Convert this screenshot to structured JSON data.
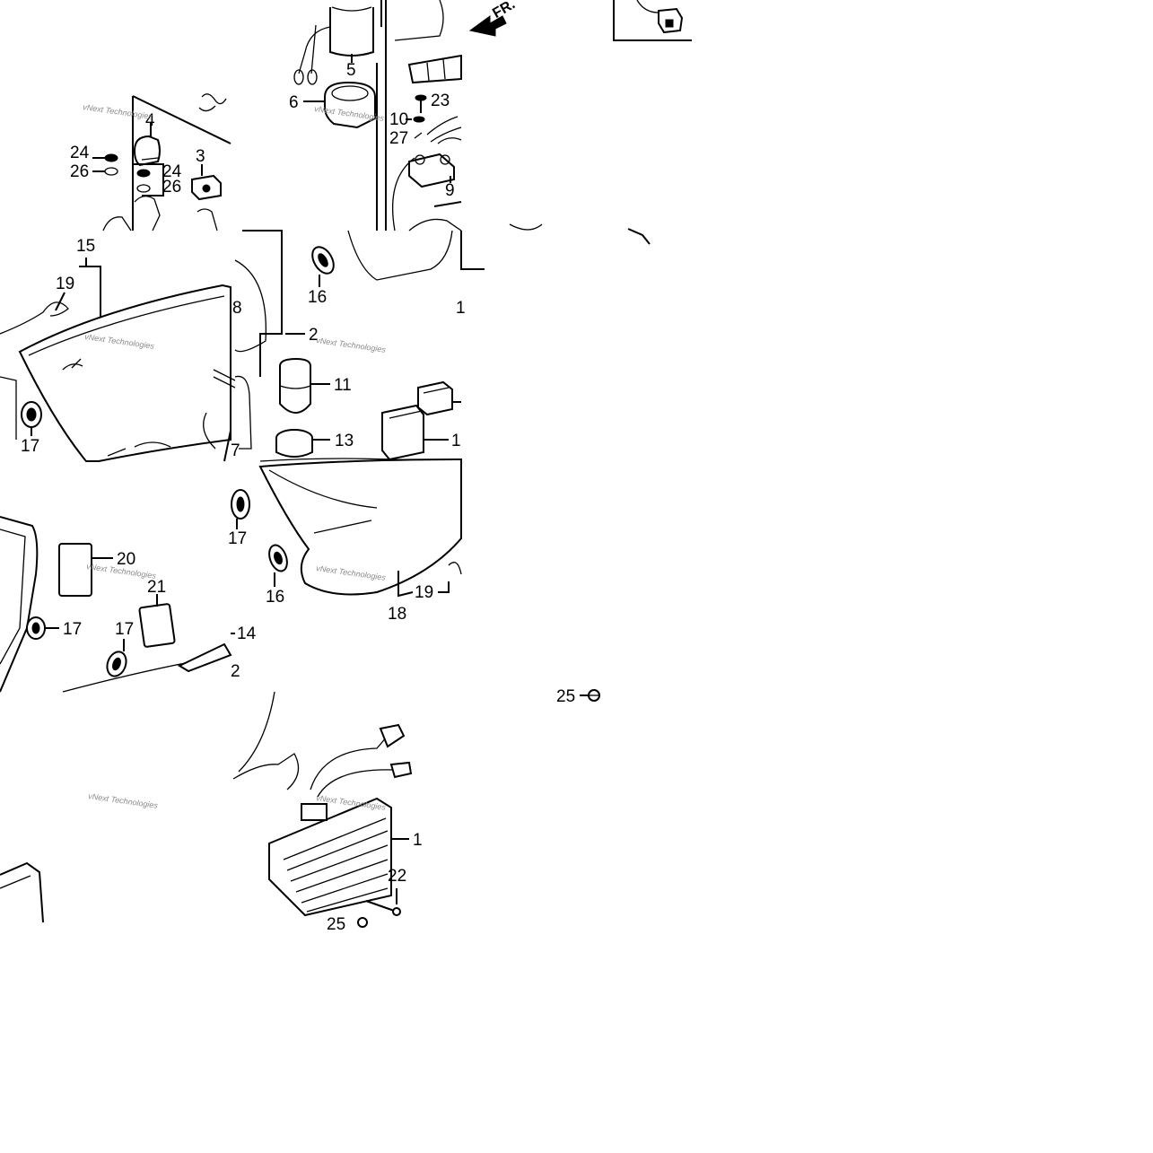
{
  "diagram": {
    "watermark": "vNext Technologies",
    "direction_marker": "FR.",
    "callouts": {
      "c5": "5",
      "c6": "6",
      "c23": "23",
      "c10": "10",
      "c27": "27",
      "c9": "9",
      "c4": "4",
      "c3": "3",
      "c24a": "24",
      "c26a": "26",
      "c24b": "24",
      "c26b": "26",
      "c15": "15",
      "c19a": "19",
      "c8": "8",
      "c16a": "16",
      "c1a": "1",
      "c2a": "2",
      "c11": "11",
      "c13": "13",
      "c1b": "1",
      "c17a": "17",
      "c7": "7",
      "c17b": "17",
      "c20": "20",
      "c21": "21",
      "c17c": "17",
      "c17d": "17",
      "c14": "14",
      "c2b": "2",
      "c16b": "16",
      "c19b": "19",
      "c18": "18",
      "c25a": "25",
      "c1c": "1",
      "c22": "22",
      "c25b": "25"
    }
  }
}
